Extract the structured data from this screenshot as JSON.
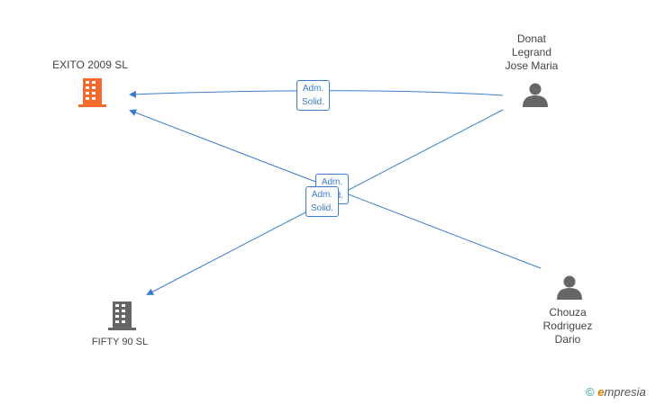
{
  "nodes": {
    "exito": {
      "label": "EXITO 2009 SL",
      "color": "#f26a2e"
    },
    "fifty": {
      "label": "FIFTY 90 SL",
      "color": "#666666"
    },
    "donat": {
      "lines": [
        "Donat",
        "Legrand",
        "Jose Maria"
      ]
    },
    "chouza": {
      "lines": [
        "Chouza",
        "Rodriguez",
        "Dario"
      ]
    }
  },
  "edges": {
    "e1": {
      "line1": "Adm.",
      "line2": "Solid."
    },
    "e2": {
      "line1": "Adm.",
      "line2": "Solid."
    },
    "e3": {
      "line1": "Adm.",
      "line2": "Solid."
    }
  },
  "colors": {
    "edge": "#3a7ccc",
    "person": "#666666"
  },
  "watermark": {
    "copyright": "©",
    "brand_e": "e",
    "brand_rest": "mpresia"
  }
}
